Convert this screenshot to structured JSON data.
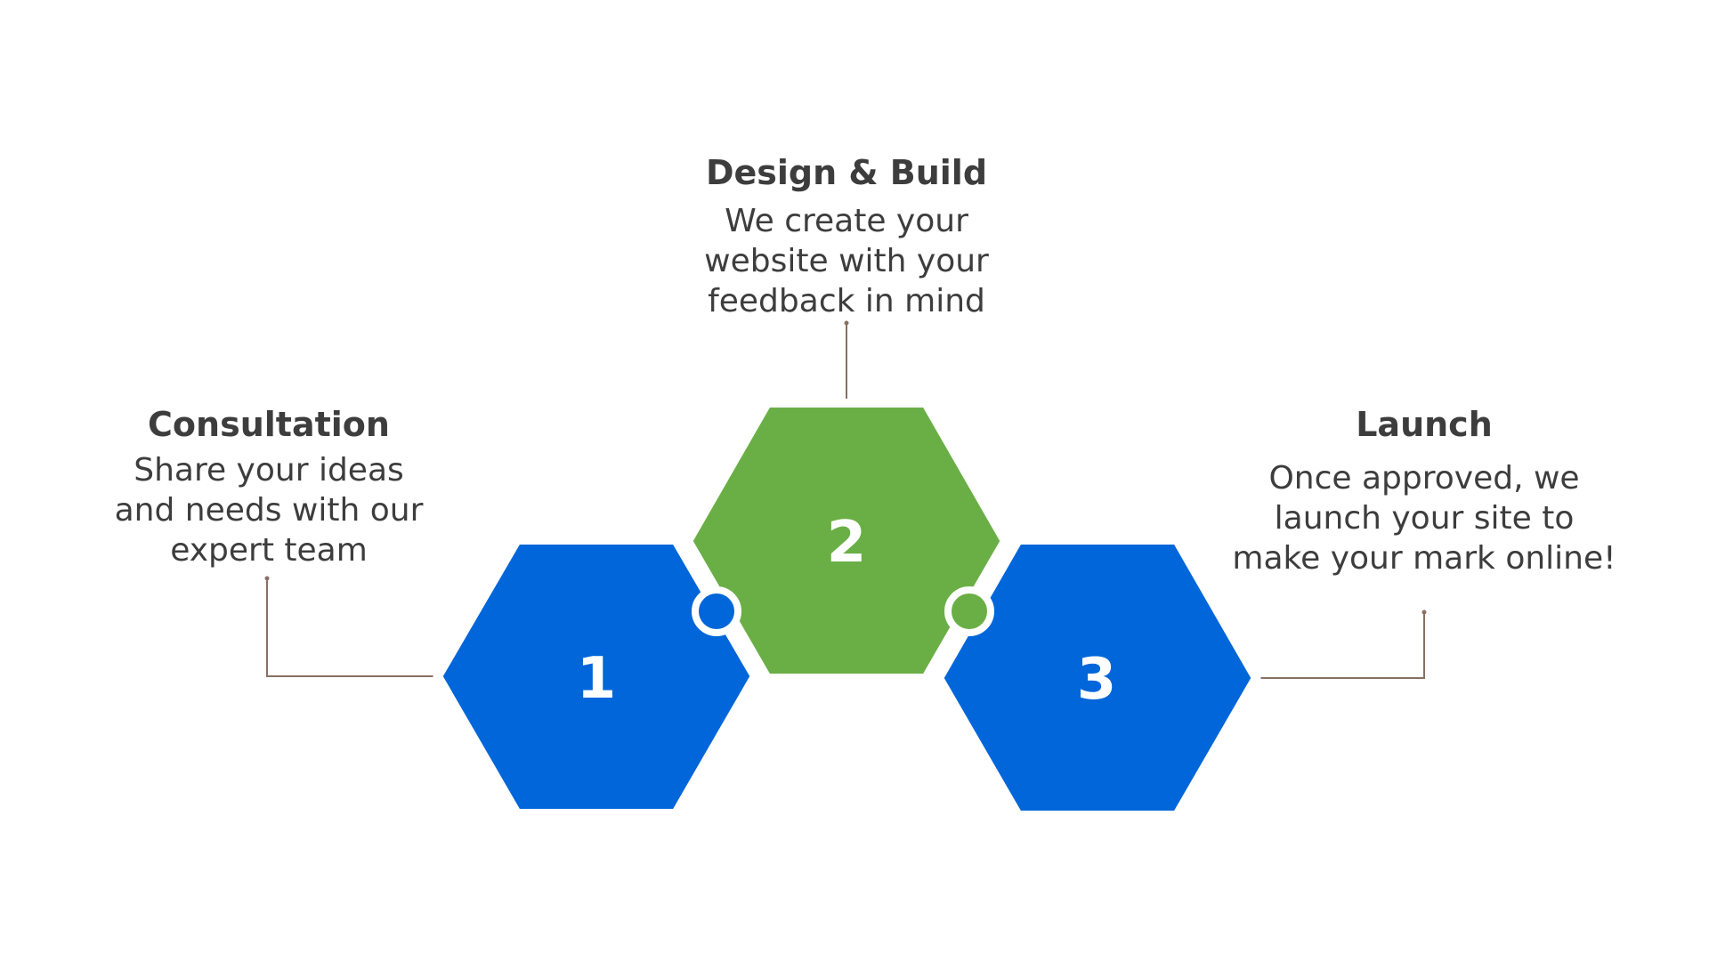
{
  "colors": {
    "primary_blue": "#0066d9",
    "accent_green": "#6aaf45",
    "text": "#3d3d3d",
    "connector": "#8a6f62",
    "background": "#ffffff"
  },
  "steps": [
    {
      "number": "1",
      "title": "Consultation",
      "description_lines": [
        "Share your ideas",
        "and needs with our",
        "expert team"
      ],
      "color": "blue"
    },
    {
      "number": "2",
      "title": "Design & Build",
      "description_lines": [
        "We create your",
        "website with your",
        "feedback in mind"
      ],
      "color": "green"
    },
    {
      "number": "3",
      "title": "Launch",
      "description_lines": [
        "Once approved, we",
        "launch your site to",
        "make your mark online!"
      ],
      "color": "blue"
    }
  ]
}
